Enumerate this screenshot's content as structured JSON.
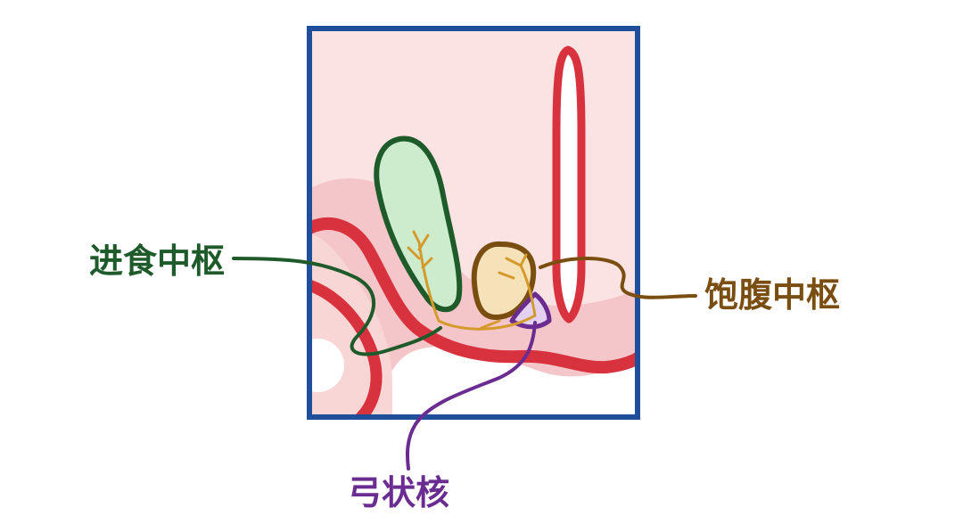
{
  "labels": {
    "feeding_center": "进食中枢",
    "satiety_center": "饱腹中枢",
    "arcuate_nucleus": "弓状核"
  },
  "colors": {
    "frame": "#1f4f9a",
    "background_tissue": "#fbe3e3",
    "tissue_band": "#f4c6c9",
    "red_outline": "#d9323f",
    "feeding_center": "#1e5a2a",
    "feeding_fill": "#cdeccd",
    "satiety_center": "#7a4e10",
    "satiety_fill": "#f6e2b8",
    "arcuate_nucleus": "#6a2c91",
    "arcuate_fill": "#e3d1ef",
    "nerve_fibers": "#d49a2c"
  },
  "icons": [
    "hypothalamus-diagram"
  ]
}
